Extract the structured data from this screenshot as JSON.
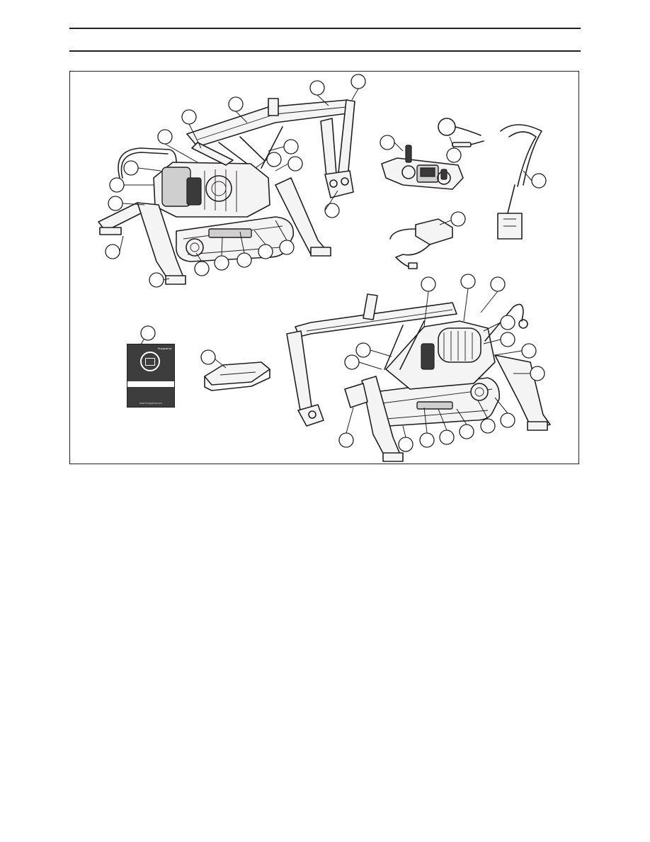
{
  "header": {
    "top_rule": "",
    "bottom_rule": ""
  },
  "figure": {
    "manual": {
      "brand": "Husqvarna",
      "url": "www.husqvarna.com"
    },
    "icons": [
      "book-icon",
      "machine-illustration",
      "remote-control",
      "battery-charger",
      "harness",
      "tool-box"
    ]
  }
}
